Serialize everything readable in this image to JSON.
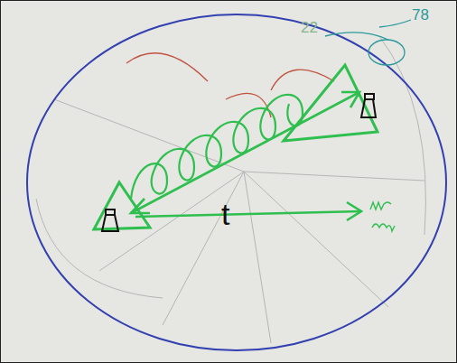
{
  "diagram": {
    "labels": [
      "t",
      "22",
      "78"
    ]
  }
}
